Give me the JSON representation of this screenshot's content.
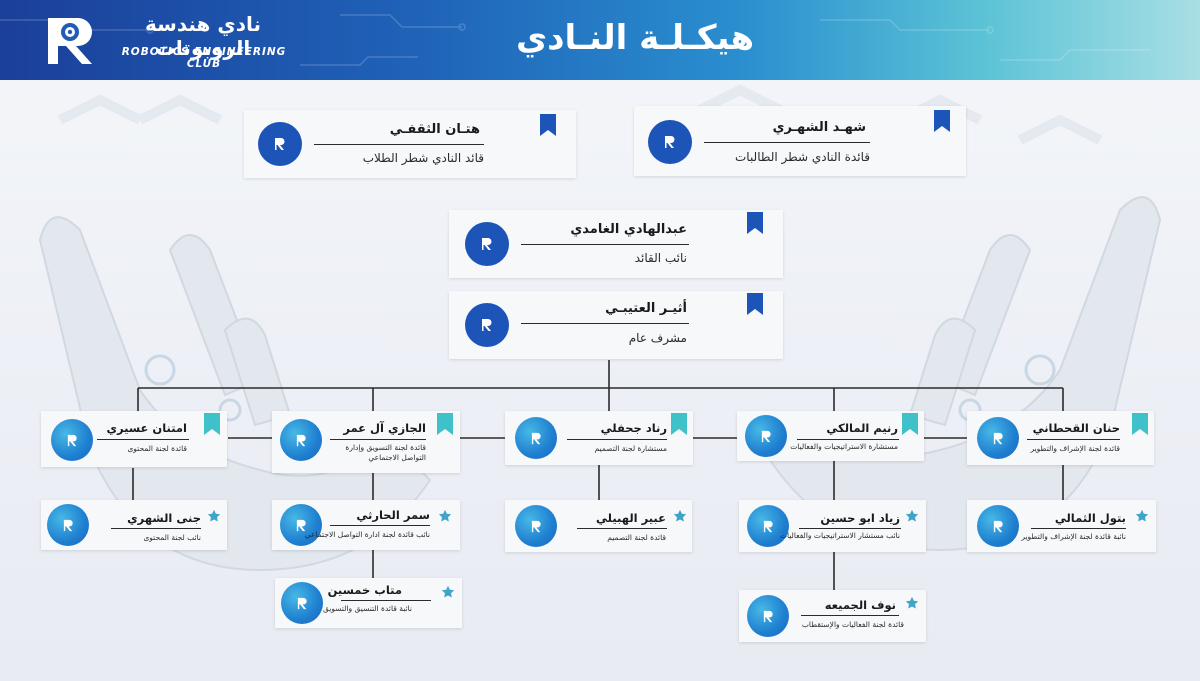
{
  "header": {
    "club_name_ar": "نادي هندسة الروبوتات",
    "club_name_en": "ROBOTICS ENGINEERING CLUB",
    "title": "هيكـلـة النـادي"
  },
  "colors": {
    "primary_blue": "#1c54b8",
    "accent_teal": "#3fc1c9",
    "header_gradient_start": "#1b3f9a",
    "header_gradient_end": "#a8dfe4"
  },
  "leaders": [
    {
      "name": "هتـان الثقفـي",
      "role": "قائد النادي شطر الطلاب",
      "icon": "bookmark-icon"
    },
    {
      "name": "شهـد الشهـري",
      "role": "قائدة النادي شطر الطالبات",
      "icon": "bookmark-icon"
    },
    {
      "name": "عبدالهادي الغامدي",
      "role": "نائب القائد",
      "icon": "bookmark-icon"
    },
    {
      "name": "أثيـر العتيبـي",
      "role": "مشرف عام",
      "icon": "bookmark-icon"
    }
  ],
  "committees": [
    {
      "name": "حنان القحطاني",
      "role": "قائدة لجنة الإشراف والتطوير",
      "icon": "bookmark-icon"
    },
    {
      "name": "رنيم المالكي",
      "role": "مستشارة الاستراتيجيات والفعاليات",
      "icon": "bookmark-icon"
    },
    {
      "name": "رناد جحفلي",
      "role": "مستشارة لجنة التصميم",
      "icon": "bookmark-icon"
    },
    {
      "name": "الجازي آل عمر",
      "role": "قائدة لجنة التسويق وإدارة التواصل الاجتماعي",
      "icon": "bookmark-icon"
    },
    {
      "name": "امتنان عسيري",
      "role": "قائدة لجنة المحتوى",
      "icon": "bookmark-icon"
    }
  ],
  "members": [
    {
      "name": "بتول الثمالي",
      "role": "نائبة قائدة لجنة الإشراف والتطوير",
      "icon": "star-icon"
    },
    {
      "name": "زياد ابو حسين",
      "role": "نائب مستشار الاستراتيجيات والفعاليات",
      "icon": "star-icon"
    },
    {
      "name": "نوف الجميعه",
      "role": "قائدة لجنة الفعاليات والإستقطاب",
      "icon": "star-icon"
    },
    {
      "name": "عبير الهبيلي",
      "role": "قائدة لجنة التصميم",
      "icon": "star-icon"
    },
    {
      "name": "سمر الحارثي",
      "role": "نائب قائدة لجنة ادارة التواصل الاجتماعي",
      "icon": "star-icon"
    },
    {
      "name": "متاب خمسين",
      "role": "نائبة قائدة التنسيق والتسويق",
      "icon": "star-icon"
    },
    {
      "name": "جنى الشهري",
      "role": "نائب لجنة المحتوى",
      "icon": "star-icon"
    }
  ]
}
